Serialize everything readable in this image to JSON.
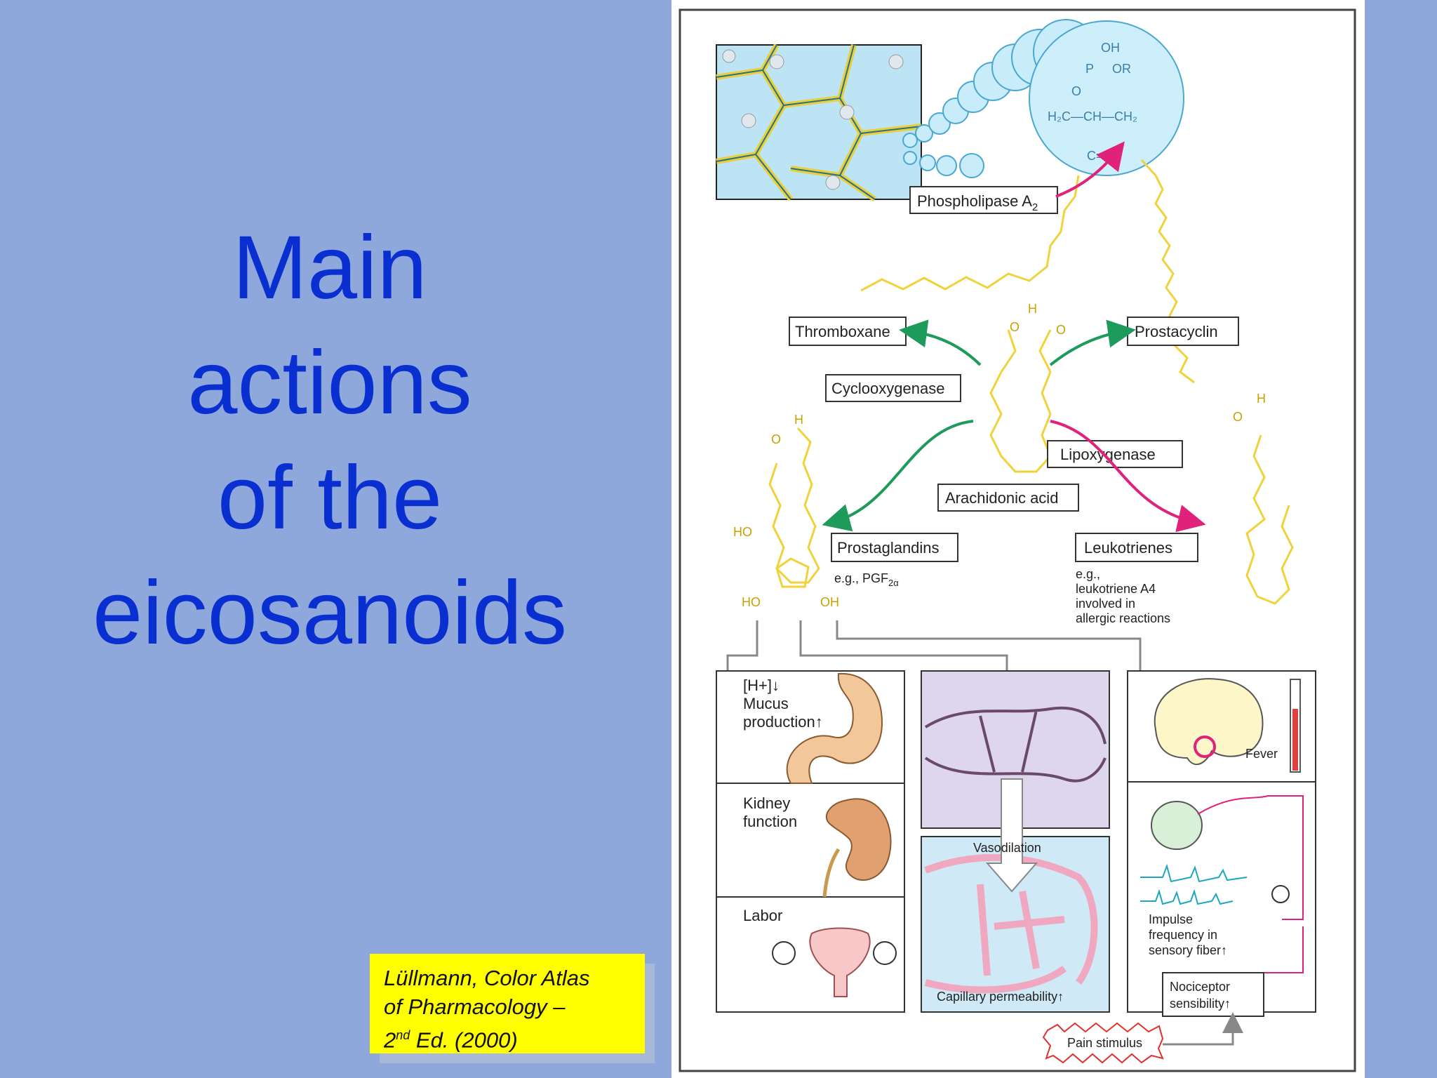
{
  "slide": {
    "title_lines": [
      "Main",
      "actions",
      "of the",
      "eicosanoids"
    ],
    "citation": {
      "line1": "Lüllmann, Color Atlas",
      "line2": "of Pharmacology –",
      "line3_num": "2",
      "line3_sup": "nd",
      "line3_rest": " Ed. (2000)"
    }
  },
  "diagram": {
    "phospholipase": "Phospholipase A",
    "phospholipase_sub": "2",
    "thromboxane": "Thromboxane",
    "prostacyclin": "Prostacyclin",
    "cyclooxygenase": "Cyclooxygenase",
    "lipoxygenase": "Lipoxygenase",
    "arachidonic_acid": "Arachidonic acid",
    "prostaglandins": "Prostaglandins",
    "pg_example": "e.g., PGF",
    "pg_example_sub": "2α",
    "leukotrienes": "Leukotrienes",
    "lt_note": [
      "e.g.,",
      "leukotriene A4",
      "involved in",
      "allergic reactions"
    ],
    "stomach": [
      "[H+]↓",
      "Mucus",
      "production↑"
    ],
    "kidney": [
      "Kidney",
      "function"
    ],
    "labor": "Labor",
    "vasodilation": "Vasodilation",
    "capillary": "Capillary  permeability↑",
    "fever": "Fever",
    "impulse": [
      "Impulse",
      "frequency in",
      "sensory fiber↑"
    ],
    "nociceptor": [
      "Nociceptor",
      "sensibility↑"
    ],
    "pain": "Pain stimulus",
    "chem": {
      "oh": "OH",
      "or": "OR",
      "p": "P",
      "o": "O",
      "h": "H",
      "ho": "HO",
      "backbone": "H₂C—CH—CH₂",
      "coo": "C=O"
    }
  },
  "colors": {
    "background": "#8ea8dc",
    "title": "#0a2fd0",
    "citation_bg": "#ffff00",
    "cox": "#1e9a5a",
    "lox": "#e0227a",
    "lipid": "#f0d23c",
    "membrane": "#bde4f4"
  }
}
